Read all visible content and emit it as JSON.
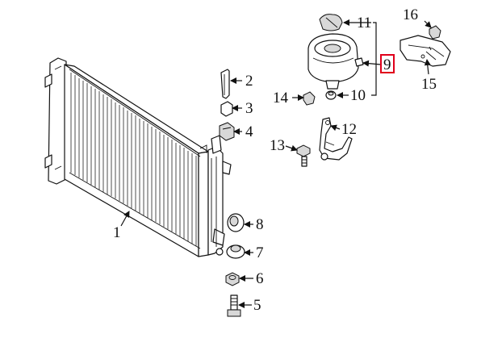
{
  "diagram": {
    "callouts": {
      "c1": "1",
      "c2": "2",
      "c3": "3",
      "c4": "4",
      "c5": "5",
      "c6": "6",
      "c7": "7",
      "c8": "8",
      "c9": "9",
      "c10": "10",
      "c11": "11",
      "c12": "12",
      "c13": "13",
      "c14": "14",
      "c15": "15",
      "c16": "16"
    },
    "highlight_color": "#e0001b"
  }
}
